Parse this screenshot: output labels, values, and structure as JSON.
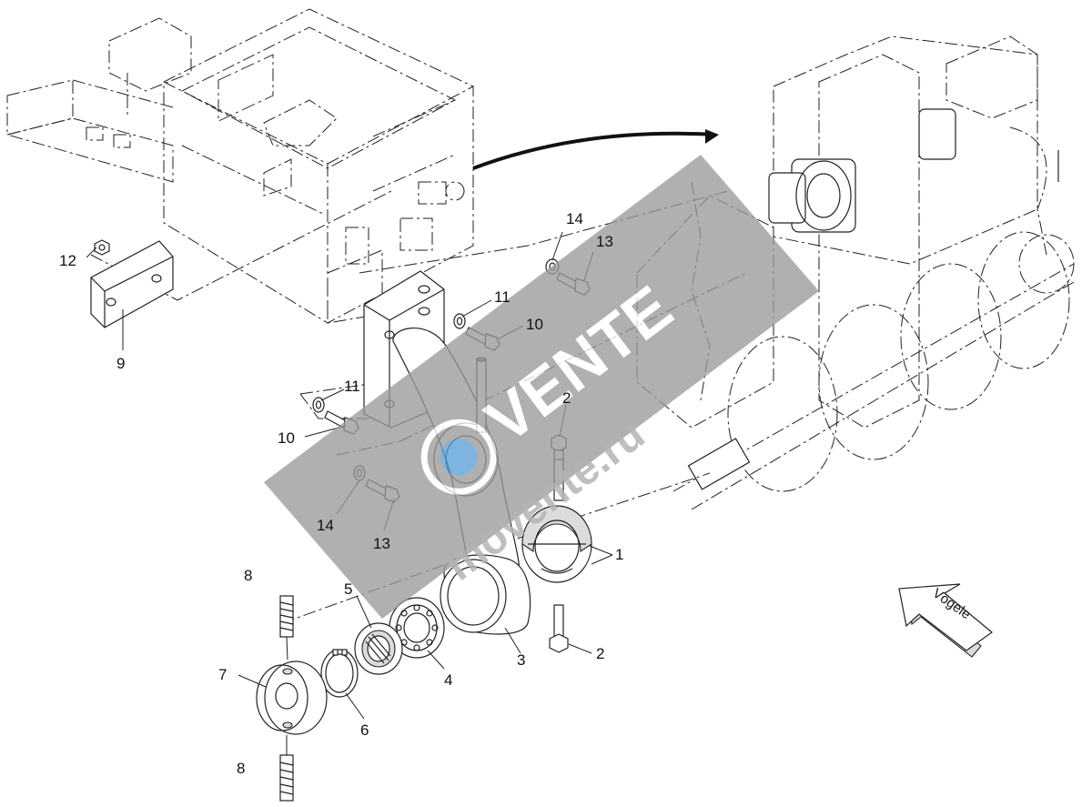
{
  "callouts": [
    {
      "id": "c12",
      "number": "12"
    },
    {
      "id": "c9",
      "number": "9"
    },
    {
      "id": "c14a",
      "number": "14"
    },
    {
      "id": "c13a",
      "number": "13"
    },
    {
      "id": "c11a",
      "number": "11"
    },
    {
      "id": "c10a",
      "number": "10"
    },
    {
      "id": "c11b",
      "number": "11"
    },
    {
      "id": "c10b",
      "number": "10"
    },
    {
      "id": "c2a",
      "number": "2"
    },
    {
      "id": "c14b",
      "number": "14"
    },
    {
      "id": "c13b",
      "number": "13"
    },
    {
      "id": "c1",
      "number": "1"
    },
    {
      "id": "c2b",
      "number": "2"
    },
    {
      "id": "c8a",
      "number": "8"
    },
    {
      "id": "c5",
      "number": "5"
    },
    {
      "id": "c7",
      "number": "7"
    },
    {
      "id": "c4",
      "number": "4"
    },
    {
      "id": "c3",
      "number": "3"
    },
    {
      "id": "c6",
      "number": "6"
    },
    {
      "id": "c8b",
      "number": "8"
    }
  ],
  "brand_arrow_label": "Vögele",
  "watermark": {
    "brand_text": "VENTE",
    "site_text": "movente.ru",
    "color": "#9a9a9a"
  },
  "colors": {
    "line": "#222222",
    "background": "#ffffff"
  }
}
